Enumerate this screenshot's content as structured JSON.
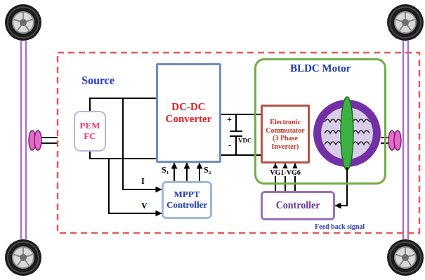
{
  "diagram": {
    "nodes": [
      {
        "text": [
          "PEM FC"
        ]
      },
      {
        "text": [
          "DC-DC Converter"
        ]
      },
      {
        "text": [
          "BLDC Motor"
        ]
      },
      {
        "text": [
          "Electronic Commutator (3 Phase Inverter)"
        ],
        "in": 2
      },
      {
        "text": [
          "MPPT Controller"
        ]
      },
      {
        "text": [
          "Controller"
        ]
      }
    ],
    "edges": [
      {
        "from": 0,
        "to": 1,
        "arrow": "none"
      },
      {
        "from": 0,
        "to": 4,
        "label": "I",
        "arrow": "to"
      },
      {
        "from": 0,
        "to": 4,
        "label": "V",
        "arrow": "to"
      },
      {
        "from": 4,
        "to": 1,
        "label": "S₁",
        "arrow": "to"
      },
      {
        "from": 4,
        "to": 1,
        "arrow": "to"
      },
      {
        "from": 4,
        "to": 1,
        "label": "S₂",
        "arrow": "to"
      },
      {
        "from": 1,
        "to": 3,
        "arrow": "none"
      },
      {
        "from": 5,
        "to": 3,
        "arrow": "to"
      },
      {
        "from": 5,
        "to": 3,
        "label": "VG1-VG6",
        "arrow": "to"
      },
      {
        "from": 5,
        "to": 3,
        "arrow": "to"
      },
      {
        "from": 2,
        "to": 5,
        "arrow": "to"
      }
    ],
    "labels": [
      "Source",
      "+",
      "VDC",
      "-",
      "Feed back signal"
    ]
  }
}
